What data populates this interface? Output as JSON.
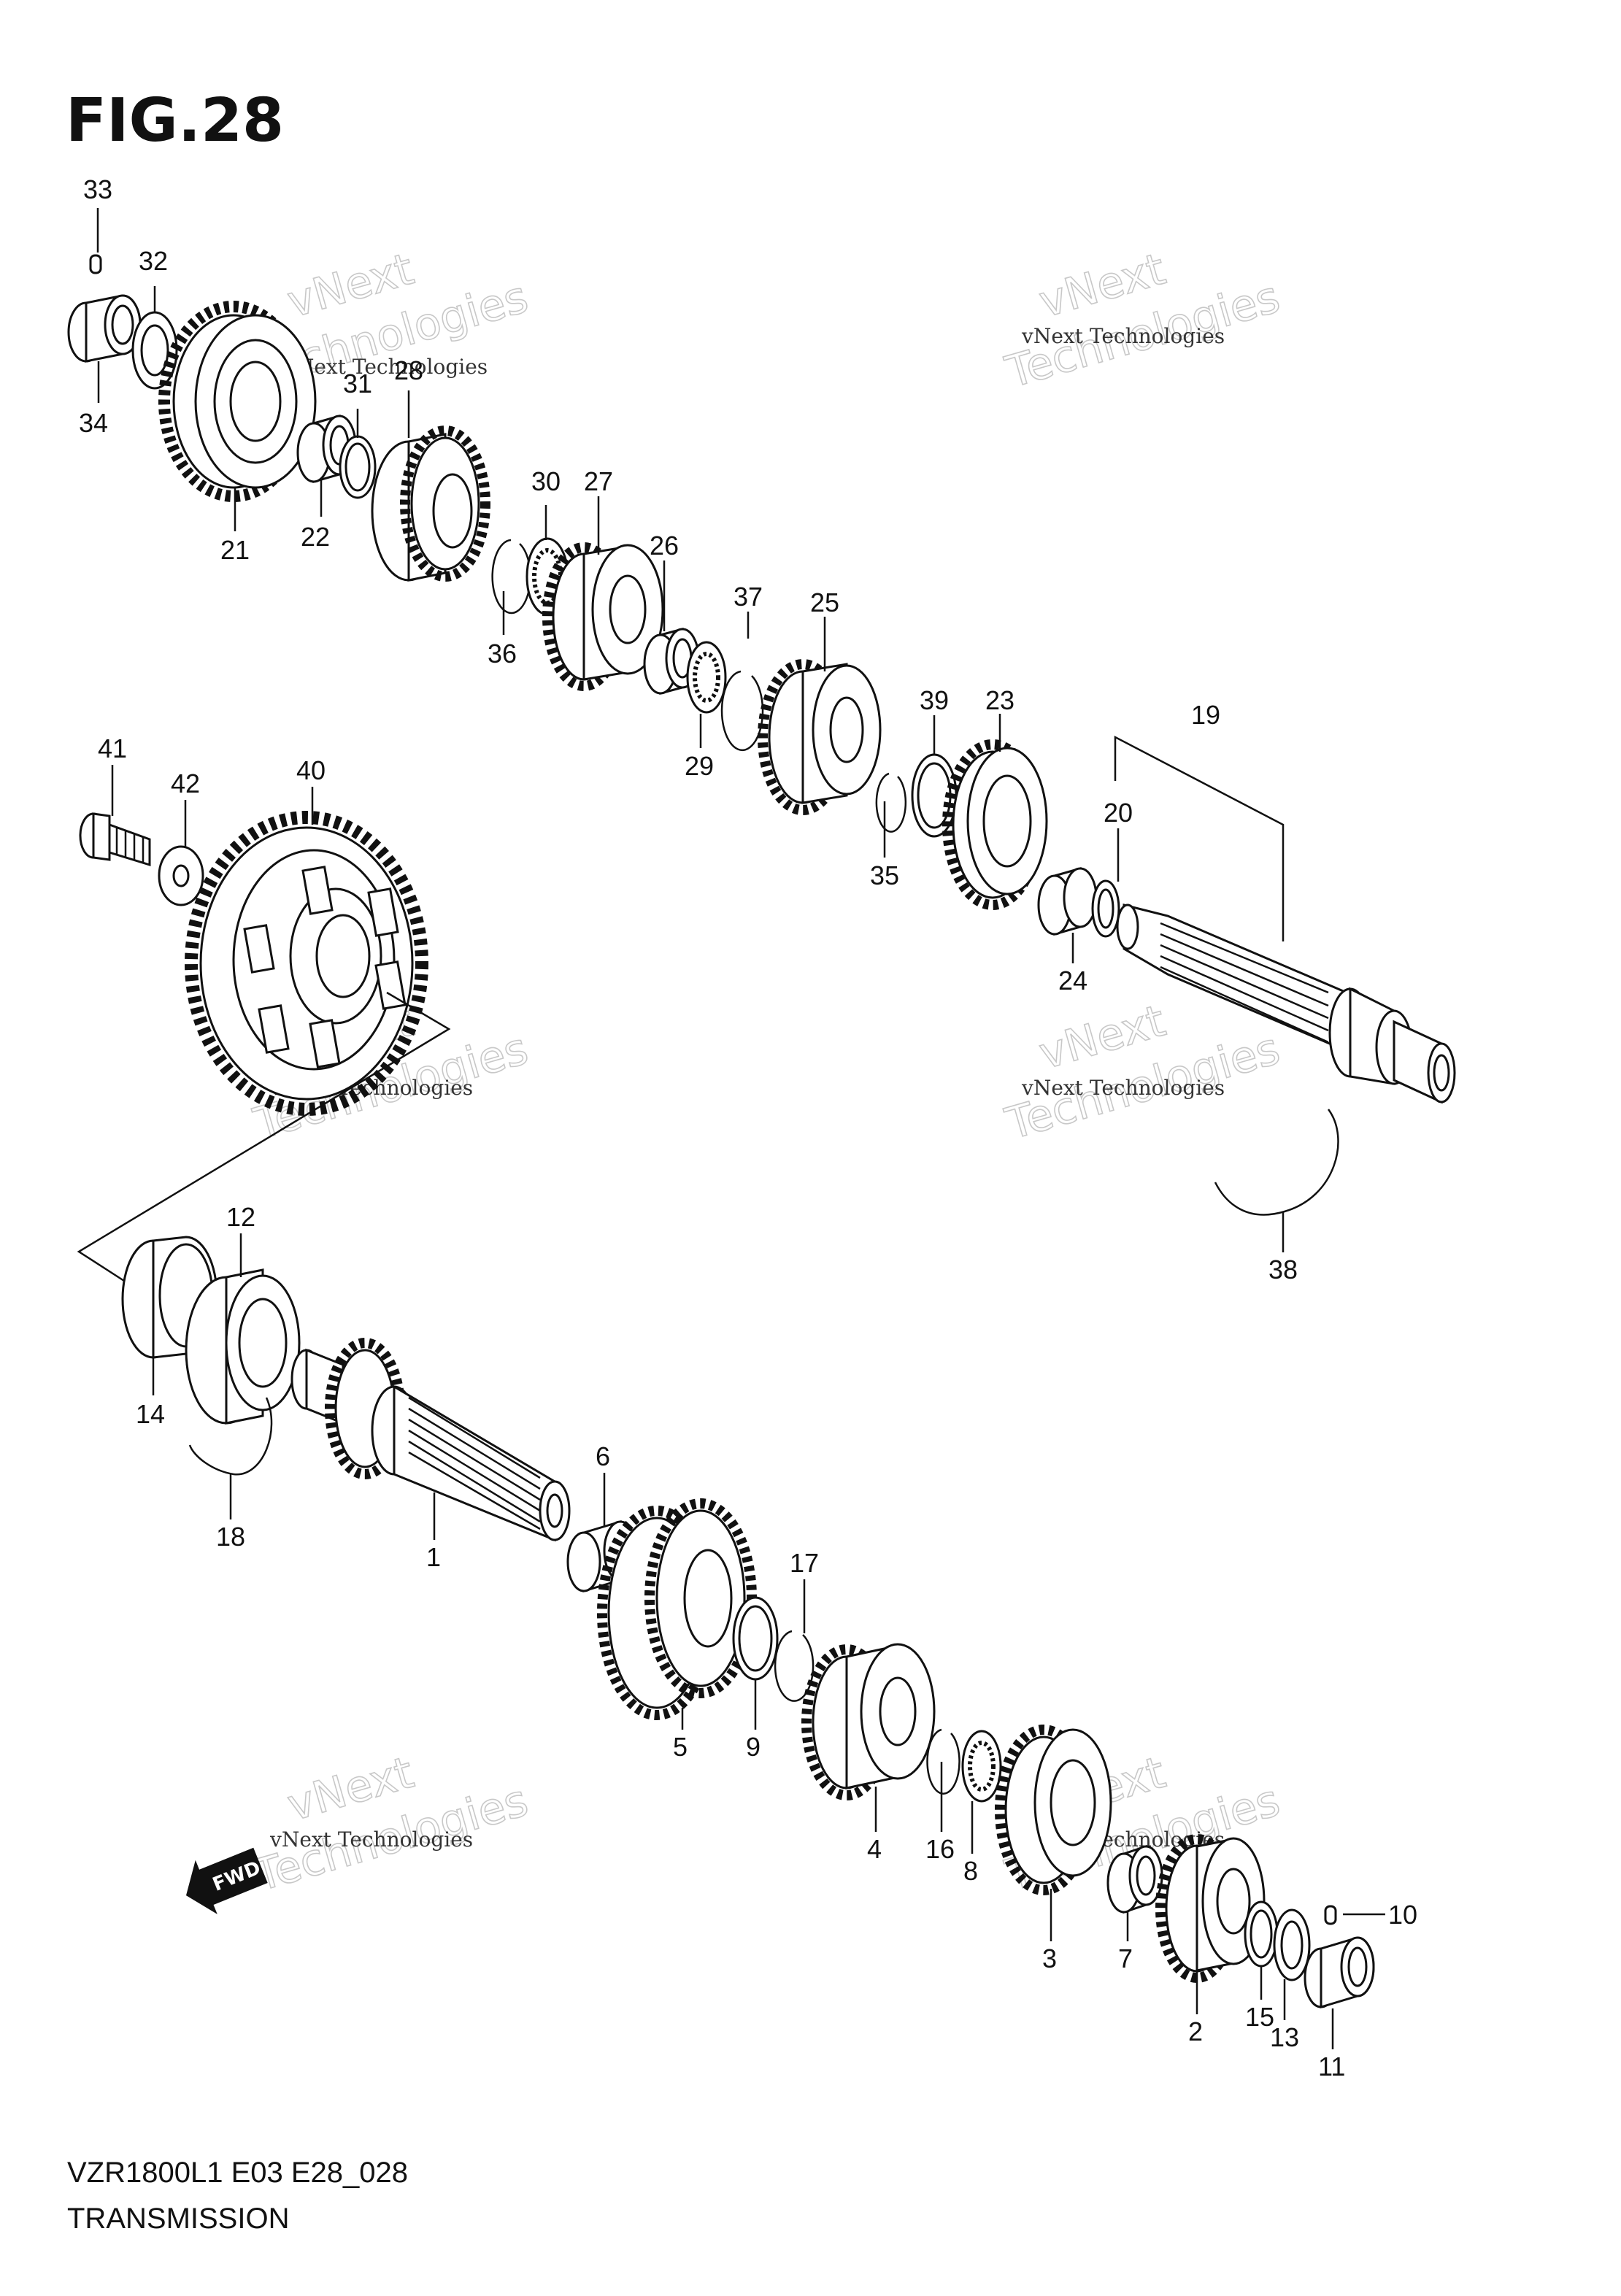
{
  "figure": {
    "title": "FIG.28",
    "model_code": "VZR1800L1 E03 E28_028",
    "section_name": "TRANSMISSION"
  },
  "callouts": [
    {
      "id": "c33",
      "text": "33"
    },
    {
      "id": "c32",
      "text": "32"
    },
    {
      "id": "c34",
      "text": "34"
    },
    {
      "id": "c21",
      "text": "21"
    },
    {
      "id": "c22",
      "text": "22"
    },
    {
      "id": "c31",
      "text": "31"
    },
    {
      "id": "c28",
      "text": "28"
    },
    {
      "id": "c30",
      "text": "30"
    },
    {
      "id": "c27",
      "text": "27"
    },
    {
      "id": "c36",
      "text": "36"
    },
    {
      "id": "c26",
      "text": "26"
    },
    {
      "id": "c37",
      "text": "37"
    },
    {
      "id": "c25",
      "text": "25"
    },
    {
      "id": "c29",
      "text": "29"
    },
    {
      "id": "c39",
      "text": "39"
    },
    {
      "id": "c23",
      "text": "23"
    },
    {
      "id": "c19",
      "text": "19"
    },
    {
      "id": "c20",
      "text": "20"
    },
    {
      "id": "c35",
      "text": "35"
    },
    {
      "id": "c24",
      "text": "24"
    },
    {
      "id": "c41",
      "text": "41"
    },
    {
      "id": "c42",
      "text": "42"
    },
    {
      "id": "c40",
      "text": "40"
    },
    {
      "id": "c38",
      "text": "38"
    },
    {
      "id": "c12",
      "text": "12"
    },
    {
      "id": "c14",
      "text": "14"
    },
    {
      "id": "c18",
      "text": "18"
    },
    {
      "id": "c1",
      "text": "1"
    },
    {
      "id": "c6",
      "text": "6"
    },
    {
      "id": "c17",
      "text": "17"
    },
    {
      "id": "c5",
      "text": "5"
    },
    {
      "id": "c9",
      "text": "9"
    },
    {
      "id": "c4",
      "text": "4"
    },
    {
      "id": "c16",
      "text": "16"
    },
    {
      "id": "c8",
      "text": "8"
    },
    {
      "id": "c3",
      "text": "3"
    },
    {
      "id": "c7",
      "text": "7"
    },
    {
      "id": "c10",
      "text": "10"
    },
    {
      "id": "c2",
      "text": "2"
    },
    {
      "id": "c15",
      "text": "15"
    },
    {
      "id": "c13",
      "text": "13"
    },
    {
      "id": "c11",
      "text": "11"
    }
  ],
  "watermark": {
    "line1": "vNext Technologies",
    "brand_top": "vNext",
    "brand_bottom": "Technologies"
  },
  "fwd_badge": "FWD",
  "colors": {
    "ink": "#111111",
    "watermark": "#c8c8c8",
    "background": "#ffffff"
  },
  "icons": [
    "fwd-arrow-icon"
  ]
}
